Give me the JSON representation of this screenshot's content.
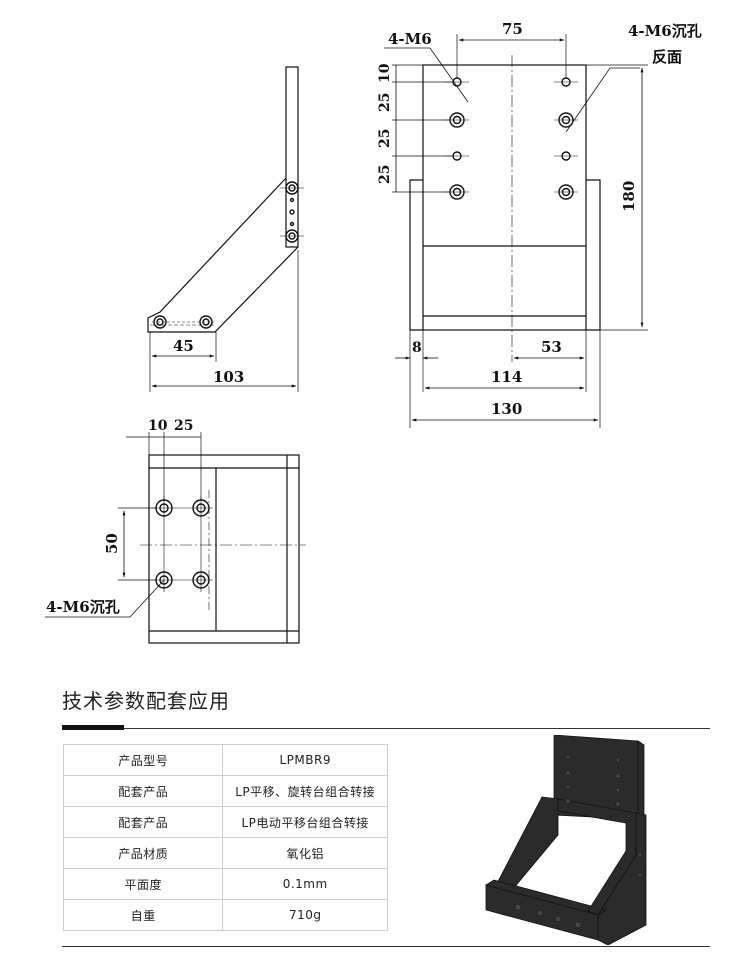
{
  "drawing": {
    "side_view": {
      "dims": [
        "45",
        "103"
      ]
    },
    "front_view": {
      "top_dim": "75",
      "left_dims": [
        "10",
        "25",
        "25",
        "25"
      ],
      "right_dim": "180",
      "bottom_dims": [
        "8",
        "53",
        "114",
        "130"
      ],
      "label_left": "4-M6",
      "label_right_line1": "4-M6沉孔",
      "label_right_line2": "反面"
    },
    "top_view": {
      "top_dims": [
        "10",
        "25"
      ],
      "left_dim": "50",
      "label": "4-M6沉孔"
    }
  },
  "section": {
    "title": "技术参数配套应用"
  },
  "specs": [
    {
      "key": "产品型号",
      "value": "LPMBR9"
    },
    {
      "key": "配套产品",
      "value": "LP平移、旋转台组合转接"
    },
    {
      "key": "配套产品",
      "value": "LP电动平移台组合转接"
    },
    {
      "key": "产品材质",
      "value": "氧化铝"
    },
    {
      "key": "平面度",
      "value": "0.1mm"
    },
    {
      "key": "自重",
      "value": "710g"
    }
  ],
  "photo": {
    "color": "#2b2b2b"
  }
}
